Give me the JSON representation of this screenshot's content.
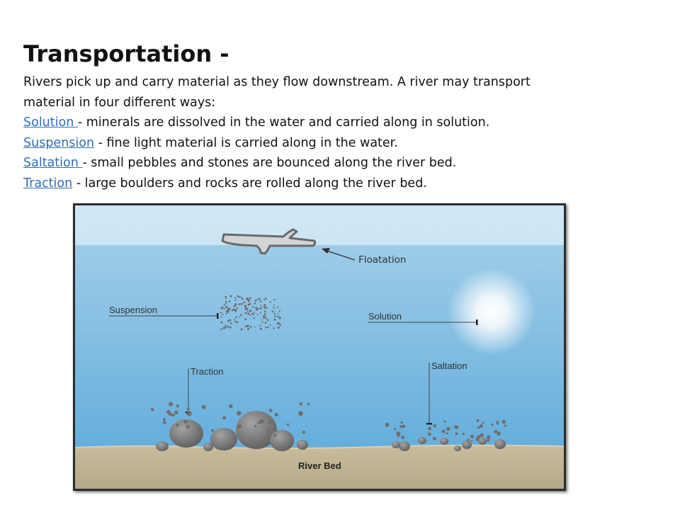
{
  "slide": {
    "title": "Transportation -",
    "intro_line_1": "Rivers pick up and carry material as they flow downstream. A river may transport",
    "intro_line_2": "material in four different ways:",
    "definitions": [
      {
        "term": "Solution ",
        "text": " - minerals are dissolved in the water and carried along in solution."
      },
      {
        "term": "Suspension",
        "text": " - fine light material is carried along in the water."
      },
      {
        "term": "Saltation ",
        "text": " - small pebbles and stones are bounced along the river bed."
      },
      {
        "term": "Traction",
        "text": " - large boulders and rocks are rolled along the river bed."
      }
    ],
    "link_color": "#2f6db5"
  },
  "diagram": {
    "labels": {
      "floatation": "Floatation",
      "suspension": "Suspension",
      "solution": "Solution",
      "traction": "Traction",
      "saltation": "Saltation",
      "river_bed": "River Bed"
    },
    "colors": {
      "sky": "#dceef8",
      "water_top": "#a8d2ea",
      "water_bottom": "#5aa8da",
      "river_bed": "#c8bc9c",
      "rock": "#6f6f6f"
    }
  }
}
